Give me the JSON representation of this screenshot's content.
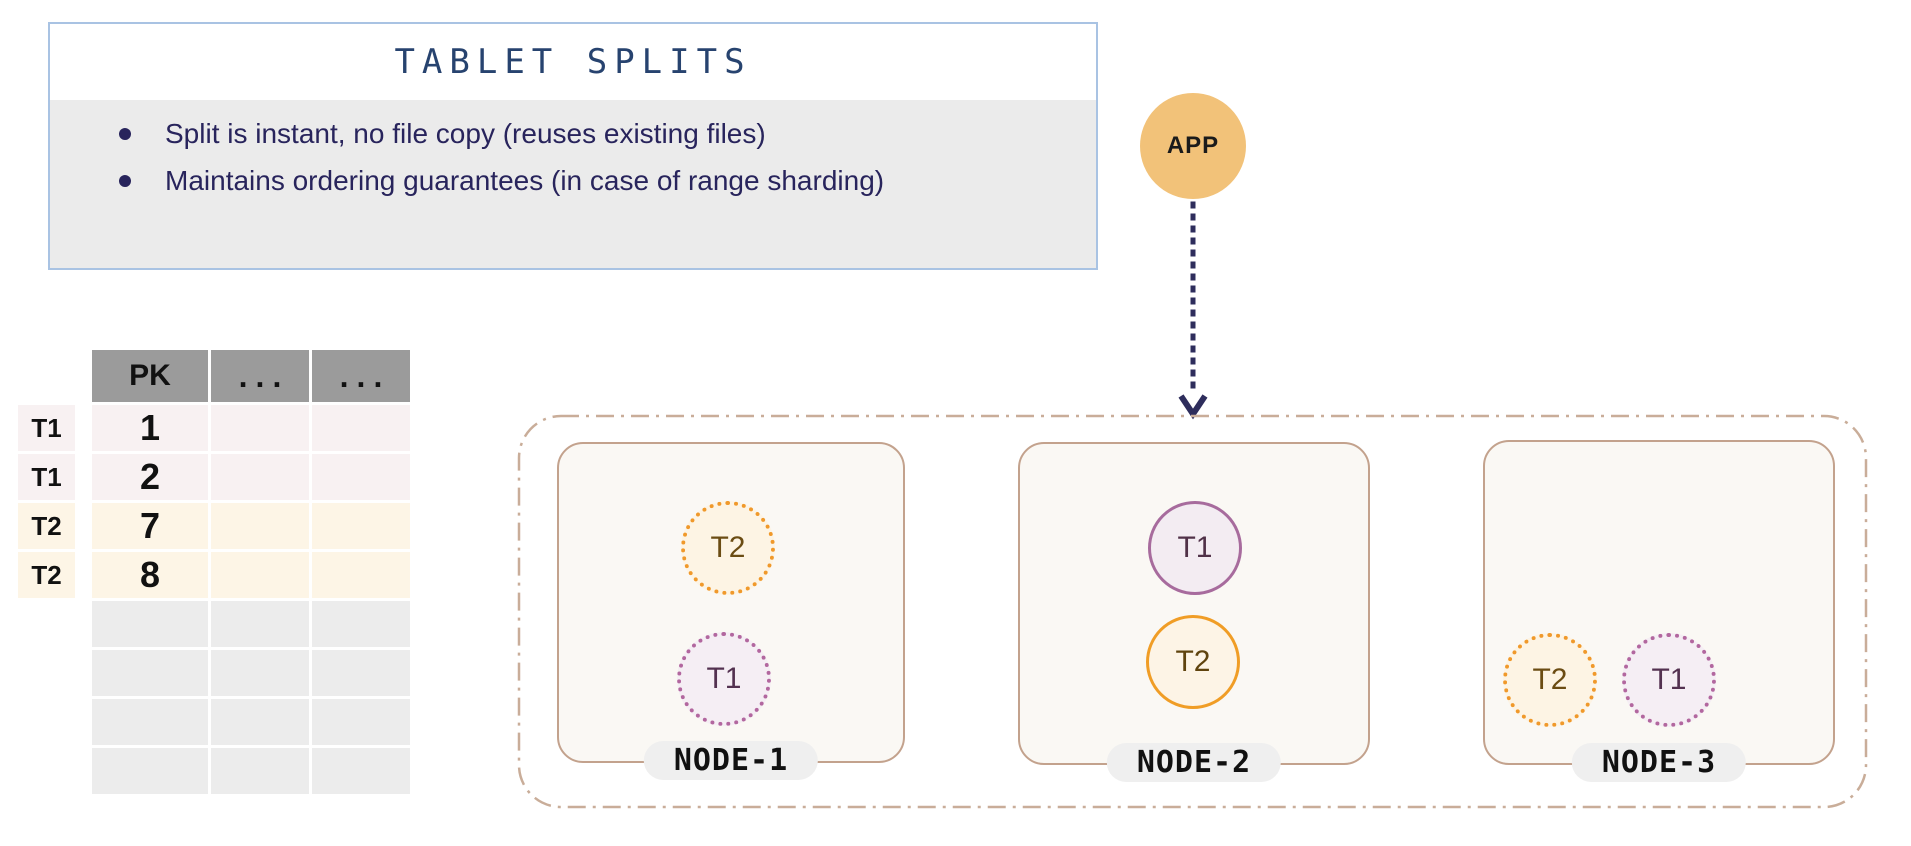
{
  "info_panel": {
    "title": "TABLET SPLITS",
    "bullets": [
      "Split is instant, no file copy (reuses existing files)",
      "Maintains ordering guarantees (in case of range sharding)"
    ]
  },
  "app": {
    "label": "APP"
  },
  "table": {
    "headers": [
      "PK",
      "...",
      "..."
    ],
    "rows": [
      {
        "label": "T1",
        "pk": "1",
        "type": "t1"
      },
      {
        "label": "T1",
        "pk": "2",
        "type": "t1"
      },
      {
        "label": "T2",
        "pk": "7",
        "type": "t2"
      },
      {
        "label": "T2",
        "pk": "8",
        "type": "t2"
      },
      {
        "label": "",
        "pk": "",
        "type": "empty"
      },
      {
        "label": "",
        "pk": "",
        "type": "empty"
      },
      {
        "label": "",
        "pk": "",
        "type": "empty"
      },
      {
        "label": "",
        "pk": "",
        "type": "empty"
      }
    ]
  },
  "cluster": {
    "nodes": [
      {
        "name": "NODE-1",
        "tablets": [
          {
            "label": "T2",
            "variant": "orange",
            "style": "dotted"
          },
          {
            "label": "T1",
            "variant": "purple",
            "style": "dotted"
          }
        ]
      },
      {
        "name": "NODE-2",
        "tablets": [
          {
            "label": "T1",
            "variant": "purple",
            "style": "solid"
          },
          {
            "label": "T2",
            "variant": "orange",
            "style": "solid"
          }
        ]
      },
      {
        "name": "NODE-3",
        "tablets": [
          {
            "label": "T2",
            "variant": "orange",
            "style": "dotted"
          },
          {
            "label": "T1",
            "variant": "purple",
            "style": "dotted"
          }
        ]
      }
    ]
  },
  "colors": {
    "accent_orange": "#f09d26",
    "accent_purple": "#a76b9d",
    "app_circle_fill": "#f2c279",
    "navy_text": "#28245c",
    "title_text": "#27436f",
    "info_border": "#a9c3e3",
    "node_border": "#c3a28d",
    "cluster_border": "#c9ad99",
    "table_header_bg": "#9b9b9b",
    "row_t1_bg": "#f8f1f2",
    "row_t2_bg": "#fdf5e6",
    "row_empty_bg": "#ececec"
  }
}
